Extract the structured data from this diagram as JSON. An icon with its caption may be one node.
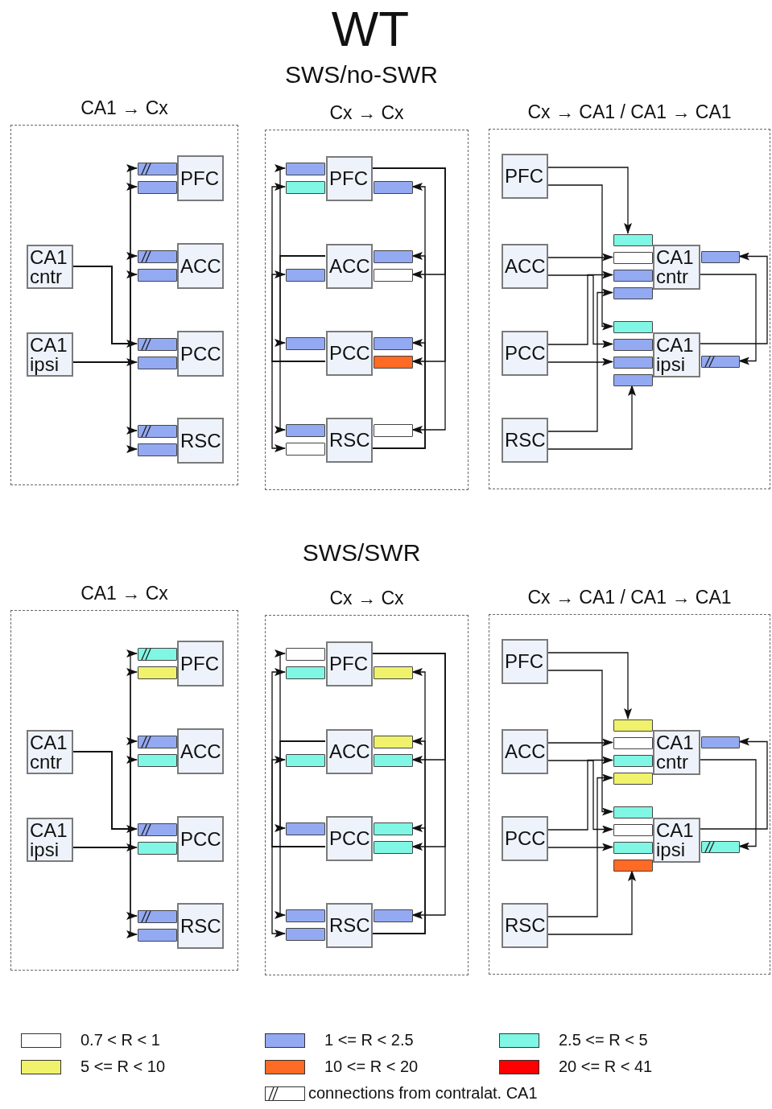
{
  "diagram": {
    "title": "WT",
    "nodes": [
      {
        "text": [
          "CA1 → Cx"
        ]
      },
      {
        "text": [
          "CA1 cntr"
        ],
        "in": 0
      },
      {
        "text": [
          "CA1 ipsi"
        ],
        "in": 0
      },
      {
        "text": [],
        "shape": "bar",
        "in": 0
      },
      {
        "text": [],
        "shape": "bar",
        "in": 0
      },
      {
        "text": [
          "PFC"
        ],
        "in": 0
      },
      {
        "text": [],
        "shape": "bar",
        "in": 0
      },
      {
        "text": [],
        "shape": "bar",
        "in": 0
      },
      {
        "text": [
          "ACC"
        ],
        "in": 0
      },
      {
        "text": [],
        "shape": "bar",
        "in": 0
      },
      {
        "text": [],
        "shape": "bar",
        "in": 0
      },
      {
        "text": [
          "PCC"
        ],
        "in": 0
      },
      {
        "text": [],
        "shape": "bar",
        "in": 0
      },
      {
        "text": [],
        "shape": "bar",
        "in": 0
      },
      {
        "text": [
          "RSC"
        ],
        "in": 0
      },
      {
        "text": [
          "Cx → Cx"
        ]
      },
      {
        "text": [],
        "shape": "bar",
        "in": 15
      },
      {
        "text": [],
        "shape": "bar",
        "in": 15
      },
      {
        "text": [
          "PFC"
        ],
        "in": 15
      },
      {
        "text": [],
        "shape": "bar",
        "in": 15
      },
      {
        "text": [],
        "shape": "bar",
        "in": 15
      },
      {
        "text": [
          "ACC"
        ],
        "in": 15
      },
      {
        "text": [],
        "shape": "bar",
        "in": 15
      },
      {
        "text": [],
        "shape": "bar",
        "in": 15
      },
      {
        "text": [],
        "shape": "bar",
        "in": 15
      },
      {
        "text": [
          "PCC"
        ],
        "in": 15
      },
      {
        "text": [],
        "shape": "bar",
        "in": 15
      },
      {
        "text": [],
        "shape": "bar",
        "in": 15
      },
      {
        "text": [],
        "shape": "bar",
        "in": 15
      },
      {
        "text": [],
        "shape": "bar",
        "in": 15
      },
      {
        "text": [
          "RSC"
        ],
        "in": 15
      },
      {
        "text": [],
        "shape": "bar",
        "in": 15
      },
      {
        "text": [
          "Cx → CA1 / CA1 → CA1"
        ]
      },
      {
        "text": [
          "PFC"
        ],
        "in": 32
      },
      {
        "text": [
          "ACC"
        ],
        "in": 32
      },
      {
        "text": [
          "PCC"
        ],
        "in": 32
      },
      {
        "text": [
          "RSC"
        ],
        "in": 32
      },
      {
        "text": [],
        "shape": "bar",
        "in": 32
      },
      {
        "text": [],
        "shape": "bar",
        "in": 32
      },
      {
        "text": [],
        "shape": "bar",
        "in": 32
      },
      {
        "text": [],
        "shape": "bar",
        "in": 32
      },
      {
        "text": [
          "CA1 cntr"
        ],
        "in": 32
      },
      {
        "text": [],
        "shape": "bar",
        "in": 32
      },
      {
        "text": [],
        "shape": "bar",
        "in": 32
      },
      {
        "text": [],
        "shape": "bar",
        "in": 32
      },
      {
        "text": [],
        "shape": "bar",
        "in": 32
      },
      {
        "text": [],
        "shape": "bar",
        "in": 32
      },
      {
        "text": [
          "CA1 ipsi"
        ],
        "in": 32
      },
      {
        "text": [],
        "shape": "bar",
        "in": 32
      },
      {
        "text": [
          "CA1 → Cx"
        ]
      },
      {
        "text": [
          "CA1 cntr"
        ],
        "in": 49
      },
      {
        "text": [
          "CA1 ipsi"
        ],
        "in": 49
      },
      {
        "text": [],
        "shape": "bar",
        "in": 49
      },
      {
        "text": [],
        "shape": "bar",
        "in": 49
      },
      {
        "text": [
          "PFC"
        ],
        "in": 49
      },
      {
        "text": [],
        "shape": "bar",
        "in": 49
      },
      {
        "text": [],
        "shape": "bar",
        "in": 49
      },
      {
        "text": [
          "ACC"
        ],
        "in": 49
      },
      {
        "text": [],
        "shape": "bar",
        "in": 49
      },
      {
        "text": [],
        "shape": "bar",
        "in": 49
      },
      {
        "text": [
          "PCC"
        ],
        "in": 49
      },
      {
        "text": [],
        "shape": "bar",
        "in": 49
      },
      {
        "text": [],
        "shape": "bar",
        "in": 49
      },
      {
        "text": [
          "RSC"
        ],
        "in": 49
      },
      {
        "text": [
          "Cx → Cx"
        ]
      },
      {
        "text": [],
        "shape": "bar",
        "in": 64
      },
      {
        "text": [],
        "shape": "bar",
        "in": 64
      },
      {
        "text": [
          "PFC"
        ],
        "in": 64
      },
      {
        "text": [],
        "shape": "bar",
        "in": 64
      },
      {
        "text": [],
        "shape": "bar",
        "in": 64
      },
      {
        "text": [
          "ACC"
        ],
        "in": 64
      },
      {
        "text": [],
        "shape": "bar",
        "in": 64
      },
      {
        "text": [],
        "shape": "bar",
        "in": 64
      },
      {
        "text": [],
        "shape": "bar",
        "in": 64
      },
      {
        "text": [
          "PCC"
        ],
        "in": 64
      },
      {
        "text": [],
        "shape": "bar",
        "in": 64
      },
      {
        "text": [],
        "shape": "bar",
        "in": 64
      },
      {
        "text": [],
        "shape": "bar",
        "in": 64
      },
      {
        "text": [],
        "shape": "bar",
        "in": 64
      },
      {
        "text": [
          "RSC"
        ],
        "in": 64
      },
      {
        "text": [],
        "shape": "bar",
        "in": 64
      },
      {
        "text": [
          "Cx → CA1 / CA1 → CA1"
        ]
      },
      {
        "text": [
          "PFC"
        ],
        "in": 81
      },
      {
        "text": [
          "ACC"
        ],
        "in": 81
      },
      {
        "text": [
          "PCC"
        ],
        "in": 81
      },
      {
        "text": [
          "RSC"
        ],
        "in": 81
      },
      {
        "text": [],
        "shape": "bar",
        "in": 81
      },
      {
        "text": [],
        "shape": "bar",
        "in": 81
      },
      {
        "text": [],
        "shape": "bar",
        "in": 81
      },
      {
        "text": [],
        "shape": "bar",
        "in": 81
      },
      {
        "text": [
          "CA1 cntr"
        ],
        "in": 81
      },
      {
        "text": [],
        "shape": "bar",
        "in": 81
      },
      {
        "text": [],
        "shape": "bar",
        "in": 81
      },
      {
        "text": [],
        "shape": "bar",
        "in": 81
      },
      {
        "text": [],
        "shape": "bar",
        "in": 81
      },
      {
        "text": [],
        "shape": "bar",
        "in": 81
      },
      {
        "text": [
          "CA1 ipsi"
        ],
        "in": 81
      },
      {
        "text": [],
        "shape": "bar",
        "in": 81
      }
    ],
    "edges": [
      {
        "from": 1,
        "to": 3,
        "arrow": "to"
      },
      {
        "from": 1,
        "to": 6,
        "arrow": "to"
      },
      {
        "from": 1,
        "to": 9,
        "arrow": "to"
      },
      {
        "from": 1,
        "to": 12,
        "arrow": "to"
      },
      {
        "from": 2,
        "to": 4,
        "arrow": "to"
      },
      {
        "from": 2,
        "to": 7,
        "arrow": "to"
      },
      {
        "from": 2,
        "to": 10,
        "arrow": "to"
      },
      {
        "from": 2,
        "to": 13,
        "arrow": "to"
      },
      {
        "from": 21,
        "to": 16,
        "arrow": "to"
      },
      {
        "from": 21,
        "to": 24,
        "arrow": "to"
      },
      {
        "from": 21,
        "to": 28,
        "arrow": "to"
      },
      {
        "from": 25,
        "to": 17,
        "arrow": "to"
      },
      {
        "from": 25,
        "to": 20,
        "arrow": "to"
      },
      {
        "from": 25,
        "to": 29,
        "arrow": "to"
      },
      {
        "from": 18,
        "to": 23,
        "arrow": "to"
      },
      {
        "from": 18,
        "to": 27,
        "arrow": "to"
      },
      {
        "from": 18,
        "to": 31,
        "arrow": "to"
      },
      {
        "from": 30,
        "to": 19,
        "arrow": "to"
      },
      {
        "from": 30,
        "to": 22,
        "arrow": "to"
      },
      {
        "from": 30,
        "to": 26,
        "arrow": "to"
      },
      {
        "from": 33,
        "to": 37,
        "arrow": "to"
      },
      {
        "from": 34,
        "to": 38,
        "arrow": "to"
      },
      {
        "from": 35,
        "to": 39,
        "arrow": "to"
      },
      {
        "from": 36,
        "to": 40,
        "arrow": "to"
      },
      {
        "from": 33,
        "to": 43,
        "arrow": "to"
      },
      {
        "from": 34,
        "to": 44,
        "arrow": "to"
      },
      {
        "from": 35,
        "to": 45,
        "arrow": "to"
      },
      {
        "from": 36,
        "to": 46,
        "arrow": "to"
      },
      {
        "from": 47,
        "to": 42,
        "arrow": "to"
      },
      {
        "from": 41,
        "to": 48,
        "arrow": "to"
      },
      {
        "from": 50,
        "to": 52,
        "arrow": "to"
      },
      {
        "from": 50,
        "to": 55,
        "arrow": "to"
      },
      {
        "from": 50,
        "to": 58,
        "arrow": "to"
      },
      {
        "from": 50,
        "to": 61,
        "arrow": "to"
      },
      {
        "from": 51,
        "to": 53,
        "arrow": "to"
      },
      {
        "from": 51,
        "to": 56,
        "arrow": "to"
      },
      {
        "from": 51,
        "to": 59,
        "arrow": "to"
      },
      {
        "from": 51,
        "to": 62,
        "arrow": "to"
      },
      {
        "from": 70,
        "to": 65,
        "arrow": "to"
      },
      {
        "from": 70,
        "to": 73,
        "arrow": "to"
      },
      {
        "from": 70,
        "to": 77,
        "arrow": "to"
      },
      {
        "from": 74,
        "to": 66,
        "arrow": "to"
      },
      {
        "from": 74,
        "to": 69,
        "arrow": "to"
      },
      {
        "from": 74,
        "to": 78,
        "arrow": "to"
      },
      {
        "from": 67,
        "to": 72,
        "arrow": "to"
      },
      {
        "from": 67,
        "to": 76,
        "arrow": "to"
      },
      {
        "from": 67,
        "to": 80,
        "arrow": "to"
      },
      {
        "from": 79,
        "to": 68,
        "arrow": "to"
      },
      {
        "from": 79,
        "to": 71,
        "arrow": "to"
      },
      {
        "from": 79,
        "to": 75,
        "arrow": "to"
      },
      {
        "from": 82,
        "to": 86,
        "arrow": "to"
      },
      {
        "from": 83,
        "to": 87,
        "arrow": "to"
      },
      {
        "from": 84,
        "to": 88,
        "arrow": "to"
      },
      {
        "from": 85,
        "to": 89,
        "arrow": "to"
      },
      {
        "from": 82,
        "to": 92,
        "arrow": "to"
      },
      {
        "from": 83,
        "to": 93,
        "arrow": "to"
      },
      {
        "from": 84,
        "to": 94,
        "arrow": "to"
      },
      {
        "from": 85,
        "to": 95,
        "arrow": "to"
      },
      {
        "from": 96,
        "to": 91,
        "arrow": "to"
      },
      {
        "from": 90,
        "to": 97,
        "arrow": "to"
      }
    ],
    "labels": [
      "SWS/no-SWR",
      "SWS/SWR"
    ],
    "legend": [
      {
        "text": "0.7 < R < 1",
        "color": "#ffffff"
      },
      {
        "text": "1 <= R < 2.5",
        "color": "#93a9f1"
      },
      {
        "text": "2.5 <= R < 5",
        "color": "#7ff7e4"
      },
      {
        "text": "5 <= R < 10",
        "color": "#f0f26b"
      },
      {
        "text": "10 <= R < 20",
        "color": "#ff6a24"
      },
      {
        "text": "20 <= R < 41",
        "color": "#ff0000"
      },
      {
        "text": "connections from contralat. CA1"
      }
    ]
  }
}
